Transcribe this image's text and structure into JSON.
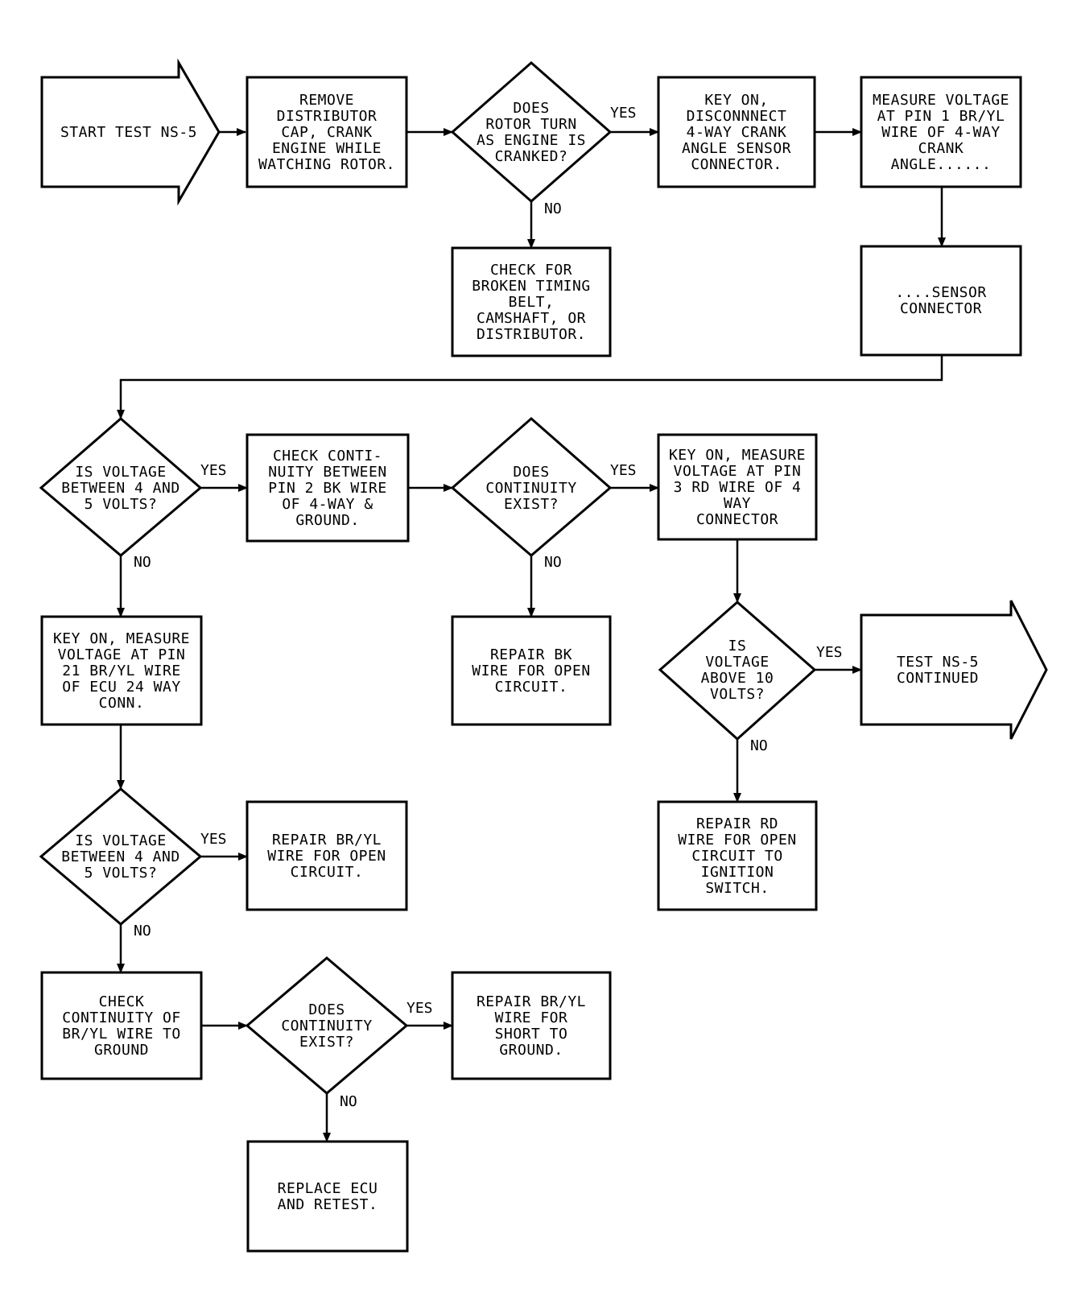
{
  "flowchart": {
    "nodes": {
      "start": [
        "START TEST NS-5"
      ],
      "remove_cap": [
        "REMOVE",
        "DISTRIBUTOR",
        "CAP, CRANK",
        "ENGINE WHILE",
        "WATCHING ROTOR."
      ],
      "rotor_turn": [
        "DOES",
        "ROTOR TURN",
        "AS ENGINE IS",
        "CRANKED?"
      ],
      "key_on_disconnect": [
        "KEY ON,",
        "DISCONNNECT",
        "4-WAY CRANK",
        "ANGLE SENSOR",
        "CONNECTOR."
      ],
      "measure_voltage_pin1": [
        "MEASURE VOLTAGE",
        "AT PIN 1 BR/YL",
        "WIRE OF 4-WAY",
        "CRANK",
        "ANGLE......"
      ],
      "check_timing_belt": [
        "CHECK FOR",
        "BROKEN TIMING",
        "BELT,",
        "CAMSHAFT, OR",
        "DISTRIBUTOR."
      ],
      "sensor_connector": [
        "....SENSOR",
        "CONNECTOR"
      ],
      "voltage_4_5_a": [
        "IS VOLTAGE",
        "BETWEEN 4 AND",
        "5 VOLTS?"
      ],
      "check_continuity_pin2": [
        "CHECK CONTI-",
        "NUITY BETWEEN",
        "PIN 2 BK WIRE",
        "OF 4-WAY &",
        "GROUND."
      ],
      "continuity_exist_a": [
        "DOES",
        "CONTINUITY",
        "EXIST?"
      ],
      "key_on_pin3": [
        "KEY ON, MEASURE",
        "VOLTAGE AT PIN",
        "3 RD WIRE OF 4",
        "WAY",
        "CONNECTOR"
      ],
      "key_on_pin21": [
        "KEY ON, MEASURE",
        "VOLTAGE AT PIN",
        "21 BR/YL WIRE",
        "OF ECU 24 WAY",
        "CONN."
      ],
      "repair_bk": [
        "REPAIR BK",
        "WIRE FOR OPEN",
        "CIRCUIT."
      ],
      "voltage_above_10": [
        "IS",
        "VOLTAGE",
        "ABOVE 10",
        "VOLTS?"
      ],
      "test_continued": [
        "TEST NS-5",
        "CONTINUED"
      ],
      "repair_rd": [
        "REPAIR RD",
        "WIRE FOR OPEN",
        "CIRCUIT TO",
        "IGNITION",
        "SWITCH."
      ],
      "voltage_4_5_b": [
        "IS VOLTAGE",
        "BETWEEN 4 AND",
        "5 VOLTS?"
      ],
      "repair_bryl_open": [
        "REPAIR BR/YL",
        "WIRE FOR OPEN",
        "CIRCUIT."
      ],
      "check_continuity_bryl": [
        "CHECK",
        "CONTINUITY OF",
        "BR/YL WIRE TO",
        "GROUND"
      ],
      "continuity_exist_b": [
        "DOES",
        "CONTINUITY",
        "EXIST?"
      ],
      "repair_bryl_short": [
        "REPAIR BR/YL",
        "WIRE FOR",
        "SHORT TO",
        "GROUND."
      ],
      "replace_ecu": [
        "REPLACE ECU",
        "AND RETEST."
      ]
    },
    "edge_labels": {
      "rotor_yes": "YES",
      "rotor_no": "NO",
      "volt_a_yes": "YES",
      "volt_a_no": "NO",
      "cont_a_yes": "YES",
      "cont_a_no": "NO",
      "above10_yes": "YES",
      "above10_no": "NO",
      "volt_b_yes": "YES",
      "volt_b_no": "NO",
      "cont_b_yes": "YES",
      "cont_b_no": "NO"
    }
  }
}
